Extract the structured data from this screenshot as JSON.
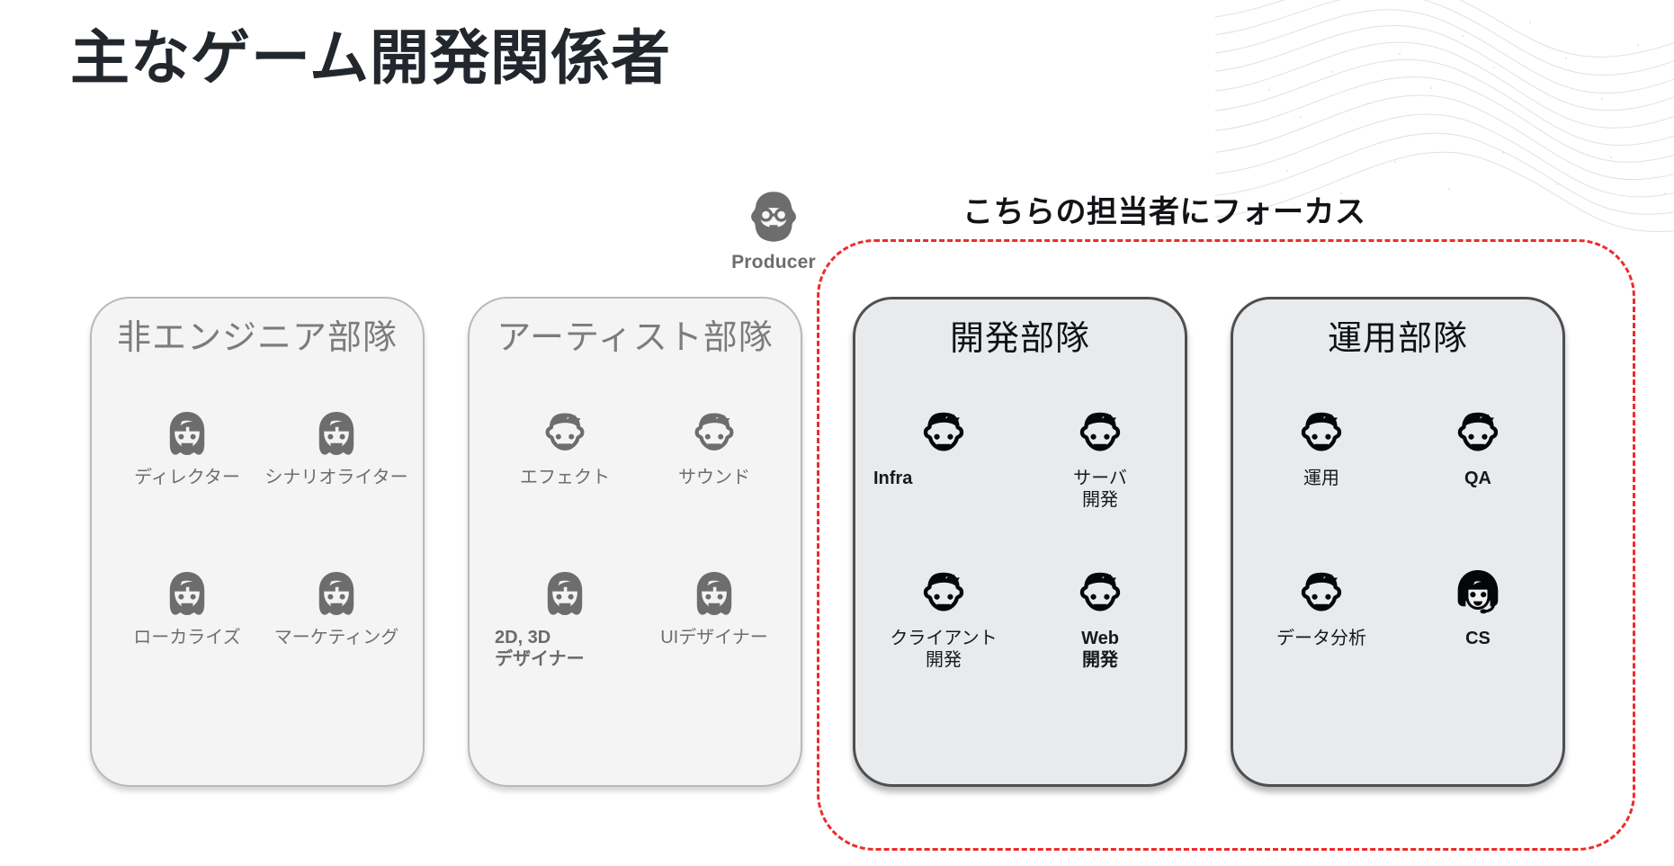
{
  "slide": {
    "title": "主なゲーム開発関係者",
    "background_color": "#ffffff",
    "accent_color": "#ee2b2b"
  },
  "producer": {
    "icon": "producer-bearded-face-icon",
    "label": "Producer"
  },
  "focus": {
    "caption": "こちらの担当者にフォーカス",
    "border_color": "#ee2b2b",
    "border_style": "dashed"
  },
  "groups": [
    {
      "id": "non-engineer",
      "title": "非エンジニア部隊",
      "focused": false,
      "members": [
        {
          "label": "ディレクター",
          "icon": "female-face-icon",
          "bold": false,
          "align": "center"
        },
        {
          "label": "シナリオライター",
          "icon": "female-face-icon",
          "bold": false,
          "align": "center"
        },
        {
          "label": "ローカライズ",
          "icon": "female-face-icon",
          "bold": false,
          "align": "center"
        },
        {
          "label": "マーケティング",
          "icon": "female-face-icon",
          "bold": false,
          "align": "center"
        }
      ]
    },
    {
      "id": "artist",
      "title": "アーティスト部隊",
      "focused": false,
      "members": [
        {
          "label": "エフェクト",
          "icon": "male-face-icon",
          "bold": false,
          "align": "center"
        },
        {
          "label": "サウンド",
          "icon": "male-face-icon",
          "bold": false,
          "align": "center"
        },
        {
          "label": "2D, 3D\nデザイナー",
          "icon": "female-face-icon",
          "bold": true,
          "align": "left"
        },
        {
          "label": "UIデザイナー",
          "icon": "female-face-icon",
          "bold": false,
          "align": "center"
        }
      ]
    },
    {
      "id": "development",
      "title": "開発部隊",
      "focused": true,
      "members": [
        {
          "label": "Infra",
          "icon": "male-face-icon",
          "bold": true,
          "align": "left"
        },
        {
          "label": "サーバ\n開発",
          "icon": "male-face-icon",
          "bold": false,
          "align": "center"
        },
        {
          "label": "クライアント\n開発",
          "icon": "male-face-icon",
          "bold": false,
          "align": "center"
        },
        {
          "label": "Web\n開発",
          "icon": "male-face-icon",
          "bold": true,
          "align": "center"
        }
      ]
    },
    {
      "id": "operations",
      "title": "運用部隊",
      "focused": true,
      "members": [
        {
          "label": "運用",
          "icon": "male-face-icon",
          "bold": false,
          "align": "center"
        },
        {
          "label": "QA",
          "icon": "male-face-icon",
          "bold": true,
          "align": "center"
        },
        {
          "label": "データ分析",
          "icon": "male-face-icon",
          "bold": false,
          "align": "center"
        },
        {
          "label": "CS",
          "icon": "headset-face-icon",
          "bold": true,
          "align": "center"
        }
      ]
    }
  ]
}
